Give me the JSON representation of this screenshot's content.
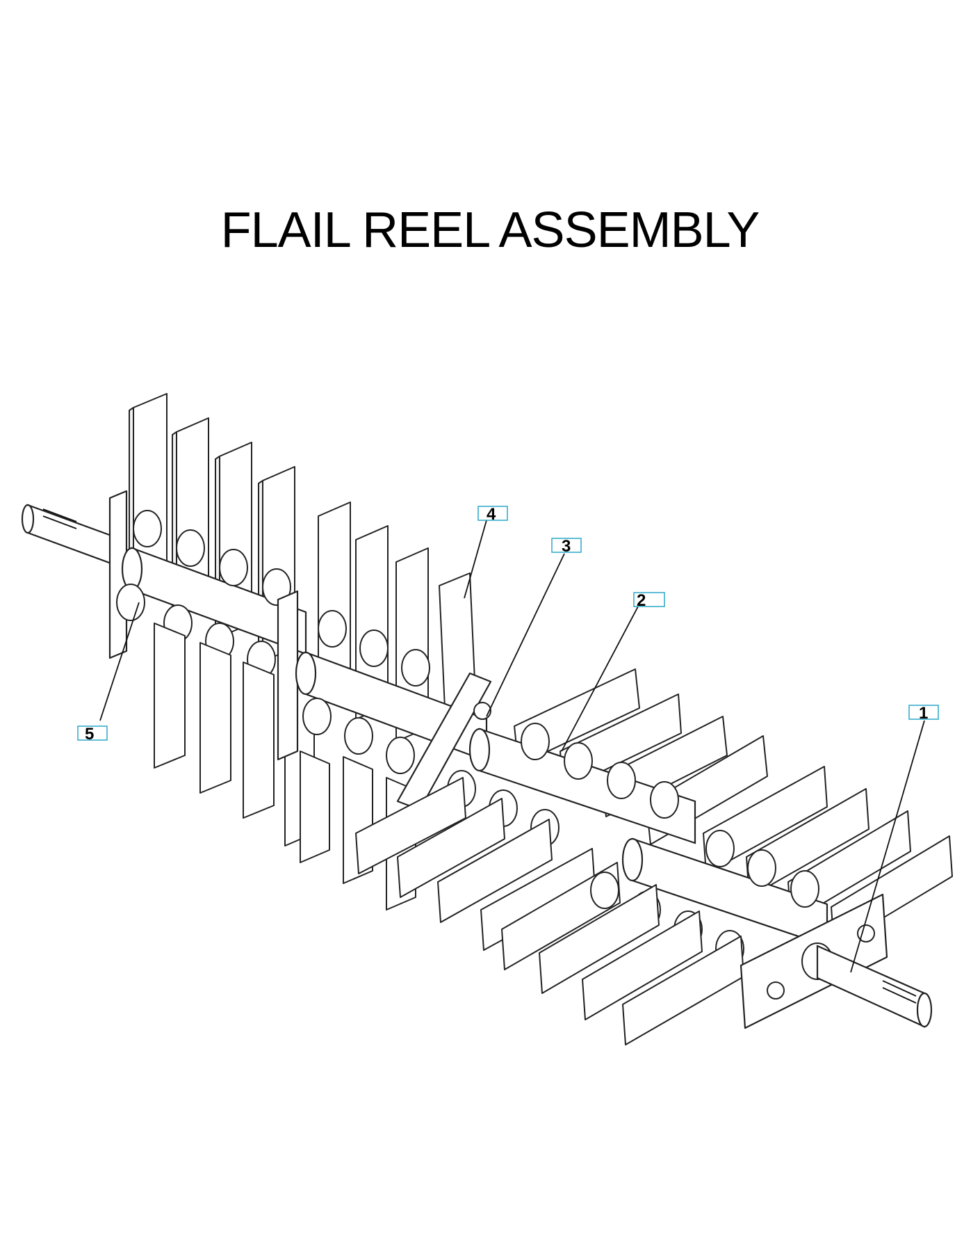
{
  "title": "FLAIL REEL ASSEMBLY",
  "callouts": [
    {
      "id": "callout-1",
      "label": "1"
    },
    {
      "id": "callout-2",
      "label": "2"
    },
    {
      "id": "callout-3",
      "label": "3"
    },
    {
      "id": "callout-4",
      "label": "4"
    },
    {
      "id": "callout-5",
      "label": "5"
    }
  ],
  "colors": {
    "line": "#222222",
    "callout_box": "#2aa7c9",
    "background": "#ffffff"
  }
}
